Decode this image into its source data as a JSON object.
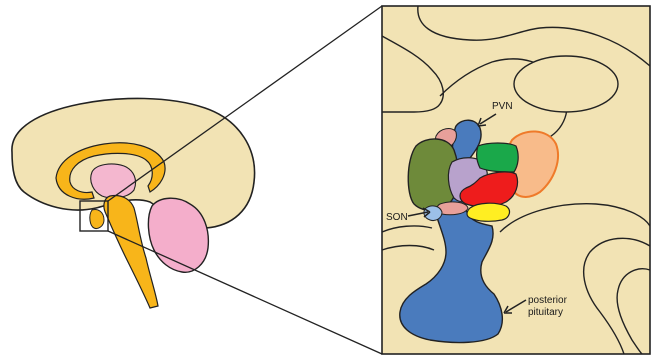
{
  "labels": {
    "pvn": "PVN",
    "son": "SON",
    "posterior_line1": "posterior",
    "posterior_line2": "pituitary"
  },
  "colors": {
    "brain_tissue": "#f2e3b4",
    "outline": "#222222",
    "ventricle_orange": "#f8b51a",
    "ventricle_pink": "#f4b7cf",
    "cerebellum_pink": "#f4aecb",
    "pituitary_blue": "#4a7bbd",
    "olive": "#6e8a3a",
    "lavender": "#b8a2cc",
    "green": "#1aa84a",
    "red": "#ee1c1c",
    "peach": "#f8bb8a",
    "peach_outline": "#ef7a2a",
    "yellow": "#ffee22",
    "rose": "#e8a09a",
    "light_blue": "#9cc0e8"
  }
}
